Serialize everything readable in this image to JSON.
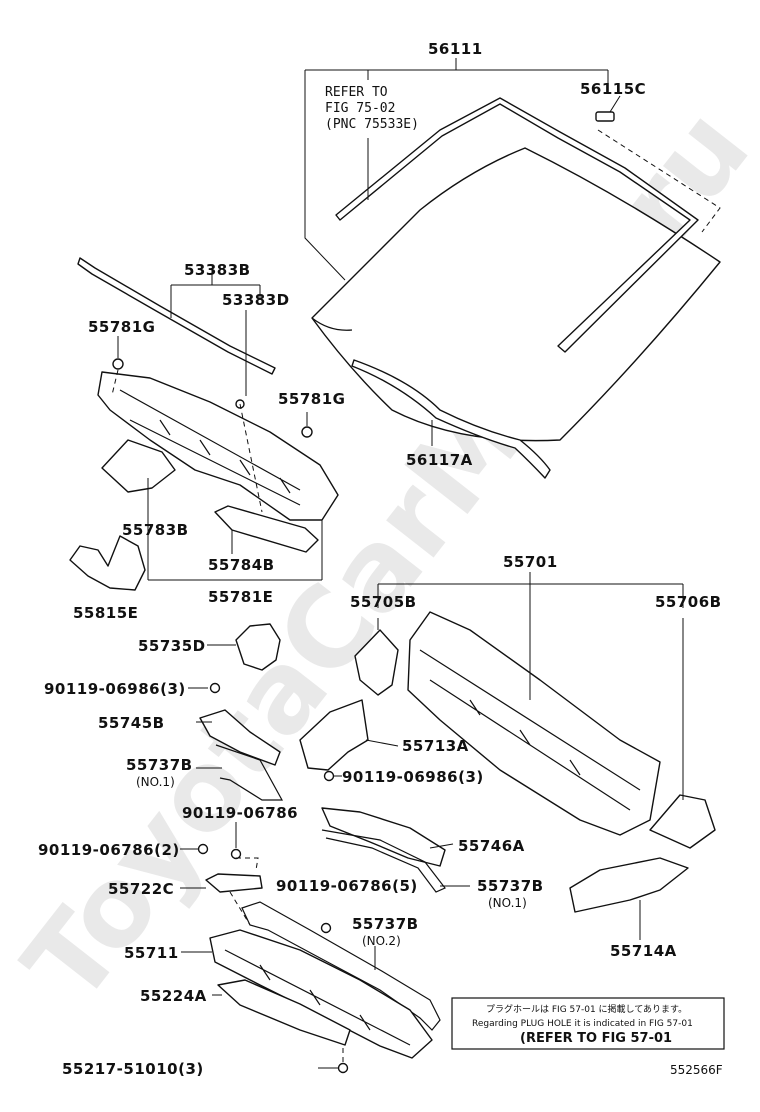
{
  "watermark": "ToyotaCarMine.ru",
  "labels": {
    "p56111": "56111",
    "p56115C": "56115C",
    "ref_l1": "REFER TO",
    "ref_l2": "FIG 75-02",
    "ref_l3": "(PNC 75533E)",
    "p56117A": "56117A",
    "p53383B": "53383B",
    "p53383D": "53383D",
    "p55781G_a": "55781G",
    "p55781G_b": "55781G",
    "p55783B": "55783B",
    "p55784B": "55784B",
    "p55781E": "55781E",
    "p55815E": "55815E",
    "p55701": "55701",
    "p55705B": "55705B",
    "p55706B": "55706B",
    "p55735D": "55735D",
    "p90119_06986_a": "90119-06986(3)",
    "p55745B": "55745B",
    "p55713A": "55713A",
    "p55737B_a": "55737B",
    "p55737B_a_sub": "(NO.1)",
    "p90119_06986_b": "90119-06986(3)",
    "p90119_06786": "90119-06786",
    "p90119_06786_2": "90119-06786(2)",
    "p55746A": "55746A",
    "p55722C": "55722C",
    "p90119_06786_5": "90119-06786(5)",
    "p55737B_b": "55737B",
    "p55737B_b_sub": "(NO.1)",
    "p55737B_c": "55737B",
    "p55737B_c_sub": "(NO.2)",
    "p55711": "55711",
    "p55714A": "55714A",
    "p55224A": "55224A",
    "p55217": "55217-51010(3)"
  },
  "note": {
    "line1": "プラグホールは FIG 57-01 に掲載してあります。",
    "line2": "Regarding  PLUG HOLE  it is indicated in FIG 57-01",
    "line3": "(REFER TO FIG 57-01"
  },
  "caption": "552566F"
}
